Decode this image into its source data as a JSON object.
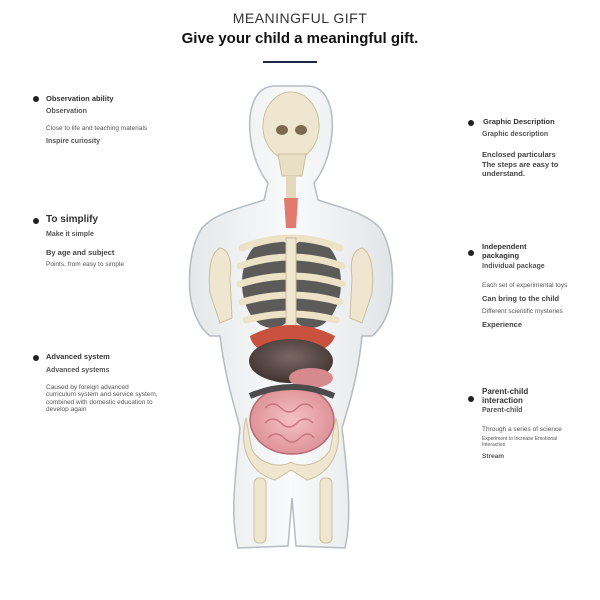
{
  "header": {
    "subtitle": "MEANINGFUL GIFT",
    "title": "Give your child a meaningful gift."
  },
  "left_features": [
    {
      "heading": "Observation ability",
      "sub": "Observation",
      "line1": "Close to life and teaching materials",
      "line2": "Inspire curiosity"
    },
    {
      "heading": "To simplify",
      "sub": "Make it simple",
      "line1": "By age and subject",
      "line2": "Points, from easy to simple"
    },
    {
      "heading": "Advanced system",
      "sub": "Advanced systems",
      "body": "Caused by foreign advanced curriculum system and service system, combined with domestic education to develop again"
    }
  ],
  "right_features": [
    {
      "heading": "Graphic Description",
      "sub": "Graphic description",
      "line1": "Enclosed particulars",
      "line2": "The steps are easy to understand."
    },
    {
      "heading": "Independent packaging",
      "sub": "Individual package",
      "line1": "Each set of experimental toys",
      "line2": "Can bring to the child",
      "line3": "Different scientific mysteries",
      "line4": "Experience"
    },
    {
      "heading": "Parent-child interaction",
      "sub": "Parent-child",
      "line1": "Through a series of science",
      "line2": "Experiment to Increase Emotional Interaction",
      "line3": "Stream"
    }
  ],
  "figure": {
    "icon": "anatomical-torso-model"
  },
  "colors": {
    "accent_line": "#1b2a44",
    "bone": "#efe6cf",
    "intestine": "#e8a1a6",
    "liver": "#5a4a47"
  }
}
